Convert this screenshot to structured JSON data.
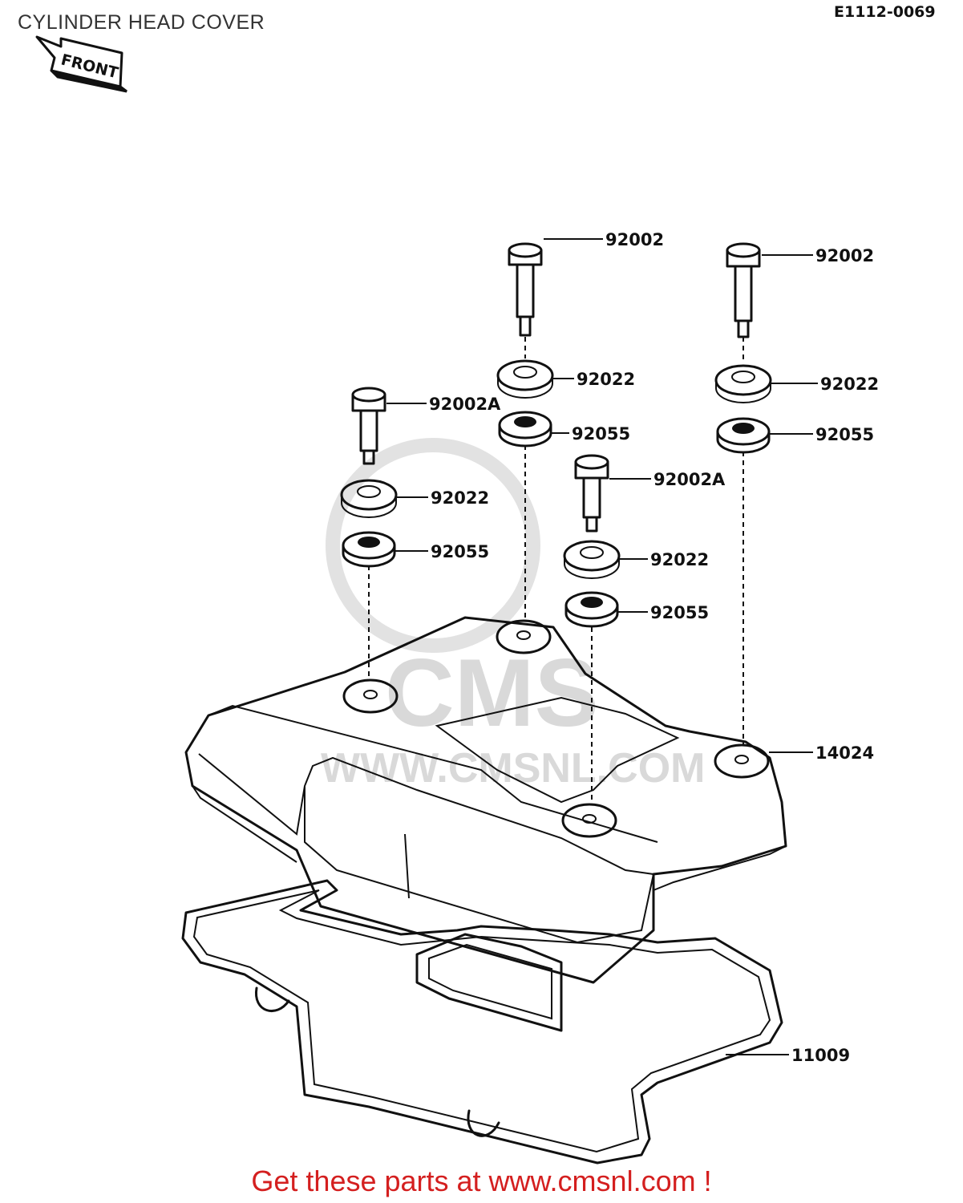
{
  "header": {
    "title": "CYLINDER HEAD COVER",
    "drawing_code": "E1112-0069",
    "front_label": "FRONT"
  },
  "watermark": {
    "brand": "CMS",
    "url": "WWW.CMSNL.COM"
  },
  "callouts": {
    "bolt_center": "92002",
    "bolt_right": "92002",
    "washer_center": "92022",
    "washer_right": "92022",
    "grommet_center": "92055",
    "grommet_right": "92055",
    "bolt_left": "92002A",
    "washer_left": "92022",
    "grommet_left": "92055",
    "bolt_front": "92002A",
    "washer_front": "92022",
    "grommet_front": "92055",
    "cover": "14024",
    "gasket": "11009"
  },
  "footer": {
    "promo": "Get these parts at www.cmsnl.com !"
  }
}
